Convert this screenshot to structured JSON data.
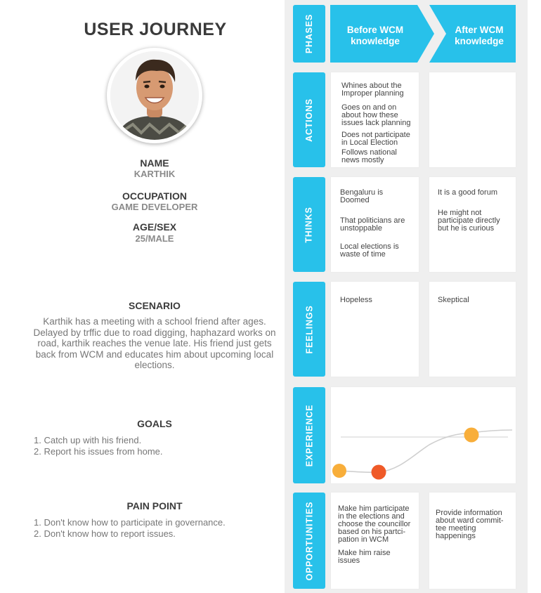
{
  "title": "USER JOURNEY",
  "profile": {
    "name_label": "NAME",
    "name": "KARTHIK",
    "occupation_label": "OCCUPATION",
    "occupation": "GAME DEVELOPER",
    "agesex_label": "AGE/SEX",
    "agesex": "25/MALE"
  },
  "scenario": {
    "heading": "SCENARIO",
    "text": "Karthik has a meeting with a school friend after ages. Delayed by trffic due to road digging, haphazard works on road, karthik reaches the venue late. His friend just gets back from WCM and educates him about upcoming local elections."
  },
  "goals": {
    "heading": "GOALS",
    "items": [
      "1. Catch up with his friend.",
      "2. Report his issues from home."
    ]
  },
  "pain_point": {
    "heading": "PAIN POINT",
    "items": [
      "1. Don't know how to participate in governance.",
      "2. Don't know how to report issues."
    ]
  },
  "rows": {
    "phases": "PHASES",
    "actions": "ACTIONS",
    "thinks": "THINKS",
    "feelings": "FEELINGS",
    "experience": "EXPERIENCE",
    "opportunities": "OPPORTUNITIES"
  },
  "phases": {
    "before": [
      "Before WCM",
      "knowledge"
    ],
    "after": [
      "After WCM",
      "knowledge"
    ]
  },
  "actions": {
    "before": [
      [
        "Whines about the",
        "Improper planning"
      ],
      [
        "Goes on and on",
        "about how these",
        "issues lack planning"
      ],
      [
        "Does not participate",
        "in Local Election"
      ],
      [
        "Follows national",
        "news mostly"
      ]
    ]
  },
  "thinks": {
    "before": [
      [
        "Bengaluru is",
        "Doomed"
      ],
      [
        "That politicians are",
        "unstoppable"
      ],
      [
        "Local elections is",
        "waste of time"
      ]
    ],
    "after": [
      [
        "It is a good forum"
      ],
      [
        "He might not",
        "participate directly",
        "but he is curious"
      ]
    ]
  },
  "feelings": {
    "before": "Hopeless",
    "after": "Skeptical"
  },
  "opportunities": {
    "before": [
      [
        "Make him participate",
        "in the elections and",
        "choose the councillor",
        "based on his partci-",
        "pation in WCM"
      ],
      [
        "Make him raise",
        "issues"
      ]
    ],
    "after": [
      [
        "Provide information",
        "about ward commit-",
        "tee meeting",
        "happenings"
      ]
    ]
  },
  "colors": {
    "accent": "#28c1ea",
    "point_light": "#f8ae3a",
    "point_dark": "#ef5a28"
  }
}
